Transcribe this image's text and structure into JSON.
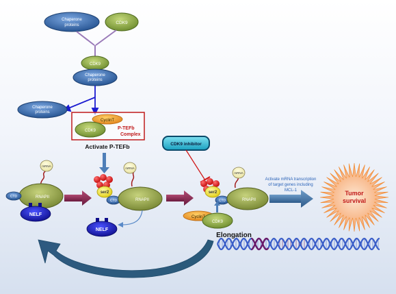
{
  "labels": {
    "chaperone_top": [
      "Chaperone",
      "proteins"
    ],
    "cdk9_top": "CDK9",
    "cdk9_mid": "CDK9",
    "chaperone_mid": [
      "Chaperone",
      "proteins"
    ],
    "chaperone_released": [
      "Chaperone",
      "proteins"
    ],
    "cyclint": "CyclinT",
    "cdk9_complex": "CDK9",
    "ptefb_complex": [
      "P-TEFb",
      "Complex"
    ],
    "activate_ptefb": "Activate P-TEFb",
    "cdk9_inhibitor": "CDK9 inhibitor",
    "mrna": "mRNA",
    "ctd": "CTD",
    "rnapii": "RNAPII",
    "nelf": "NELF",
    "ser2": "ser2",
    "cyclint_lower": "CyclinT",
    "cdk9_lower": "CDK9",
    "elongation": "Elongation",
    "transcription_note": [
      "Activate mRNA transcription",
      "of target genes including",
      "MCL-1"
    ],
    "tumor_survival": [
      "Tumor",
      "survival"
    ]
  },
  "colors": {
    "chaperone_blue": "#2e62a8",
    "cdk9_green": "#7e9e3a",
    "rnap_olive": "#8fa24a",
    "nelf_navy": "#1616b8",
    "ser2_yellow": "#f2e21c",
    "phospho_red": "#d81818",
    "cyclint_orange": "#f09a18",
    "complex_border": "#c01a1a",
    "arrow_maroon": "#8a2a50",
    "arrow_steel": "#3f6e9e",
    "inhibitor_red": "#d01818",
    "tumor_orange": "#f28a2e",
    "tumor_text": "#c01818",
    "note_blue": "#2a63b8",
    "dna_blue": "#3a5ec8",
    "dna_purple": "#6a1a6a"
  },
  "icons": [
    "chaperone-icon",
    "cdk9-icon",
    "rnapii-icon",
    "nelf-icon",
    "phosphate-icon",
    "mrna-icon",
    "dna-icon",
    "tumor-icon"
  ]
}
